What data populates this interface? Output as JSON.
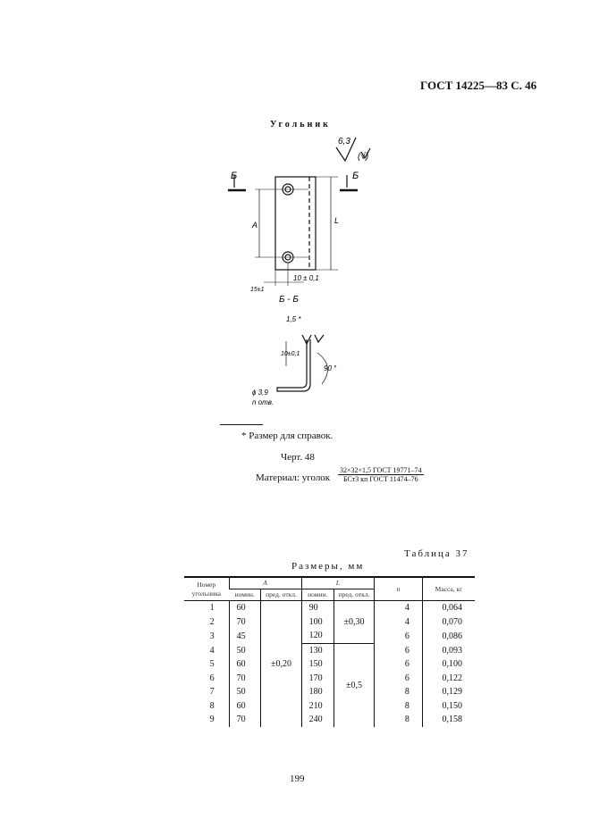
{
  "header": "ГОСТ 14225—83 С. 46",
  "title": "Угольник",
  "roughness": {
    "value": "6,3",
    "paren": "(√)"
  },
  "drawing": {
    "section_mark": "Б",
    "section_label": "Б - Б",
    "dim_A": "A",
    "dim_L": "L",
    "dim_15": "15±1",
    "dim_10": "10 ± 0,1",
    "dim_thick": "1,5 *",
    "dim_10b": "10±0,1",
    "angle": "90 °",
    "hole": "ϕ 3,9",
    "holes_n": "n отв."
  },
  "footnote": "* Размер для справок.",
  "figure": "Черт. 48",
  "material": {
    "label": "Материал: уголок",
    "top": "32×32×1,5  ГОСТ 19771–74",
    "bottom": "БСт3 кп ГОСТ 11474–76"
  },
  "table": {
    "number": "Таблица 37",
    "caption": "Размеры, мм",
    "headers": {
      "num": "Номер угольника",
      "A": "A",
      "L": "L",
      "nom": "номин.",
      "dev": "пред. откл.",
      "n": "n",
      "mass": "Масса, кг"
    },
    "dev_A": "±0,20",
    "dev_L1": "±0,30",
    "dev_L2": "±0,5",
    "rows": [
      {
        "no": "1",
        "A": "60",
        "L": "90",
        "n": "4",
        "mass": "0,064"
      },
      {
        "no": "2",
        "A": "70",
        "L": "100",
        "n": "4",
        "mass": "0,070"
      },
      {
        "no": "3",
        "A": "45",
        "L": "120",
        "n": "6",
        "mass": "0,086"
      },
      {
        "no": "4",
        "A": "50",
        "L": "130",
        "n": "6",
        "mass": "0,093"
      },
      {
        "no": "5",
        "A": "60",
        "L": "150",
        "n": "6",
        "mass": "0,100"
      },
      {
        "no": "6",
        "A": "70",
        "L": "170",
        "n": "6",
        "mass": "0,122"
      },
      {
        "no": "7",
        "A": "50",
        "L": "180",
        "n": "8",
        "mass": "0,129"
      },
      {
        "no": "8",
        "A": "60",
        "L": "210",
        "n": "8",
        "mass": "0,150"
      },
      {
        "no": "9",
        "A": "70",
        "L": "240",
        "n": "8",
        "mass": "0,158"
      }
    ]
  },
  "page_number": "199"
}
